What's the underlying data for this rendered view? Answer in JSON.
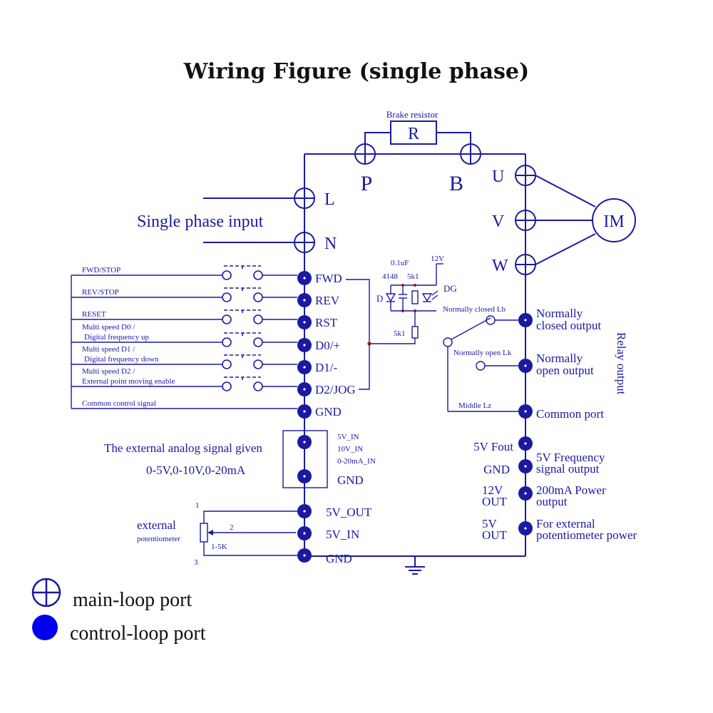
{
  "title": "Wiring Figure (single phase)",
  "brake": {
    "label": "Brake resistor",
    "r": "R",
    "p": "P",
    "b": "B"
  },
  "input": {
    "label": "Single phase input",
    "l": "L",
    "n": "N"
  },
  "motor": {
    "u": "U",
    "v": "V",
    "w": "W",
    "im": "IM"
  },
  "switch_labels": [
    "FWD/STOP",
    "REV/STOP",
    "RESET",
    "Multi speed D0 /",
    "Digital frequency  up",
    "Multi speed D1 /",
    "Digital frequency  down",
    "Multi speed D2 /",
    "External point moving enable",
    "Common control signal"
  ],
  "control_terminals": [
    "FWD",
    "REV",
    "RST",
    "D0/+",
    "D1/-",
    "D2/JOG",
    "GND"
  ],
  "opto": {
    "cap": "0.1uF",
    "v12": "12V",
    "diode": "4148",
    "r1": "5k1",
    "d": "D",
    "dg": "DG",
    "r2": "5k1"
  },
  "relay": {
    "nc_lb": "Normally closed Lb",
    "no_lk": "Normally open Lk",
    "middle": "Middle Lz",
    "nc_out_1": "Normally",
    "nc_out_2": "closed  output",
    "no_out_1": "Normally",
    "no_out_2": "open output",
    "common": "Common port",
    "relay_output": "Relay output"
  },
  "analog": {
    "label": "The external analog signal given",
    "range": "0-5V,0-10V,0-20mA",
    "in1": "5V_IN",
    "in2": "10V_IN",
    "in3": "0-20mA_IN",
    "gnd": "GND"
  },
  "pot": {
    "label1": "external",
    "label2": "potentiometer",
    "n1": "1",
    "n2": "2",
    "n3": "3",
    "val": "1-5K",
    "out": "5V_OUT",
    "in": "5V_IN",
    "gnd": "GND"
  },
  "right_outputs": {
    "fout": "5V Fout",
    "freq1": "5V Frequency",
    "freq2": "signal output",
    "gnd": "GND",
    "v12a": "12V",
    "v12b": "OUT",
    "pow1": "200mA Power",
    "pow2": "output",
    "v5a": "5V",
    "v5b": "OUT",
    "ext1": "For external",
    "ext2": "potentiometer power"
  },
  "legend": {
    "main": "main-loop port",
    "control": "control-loop port"
  }
}
